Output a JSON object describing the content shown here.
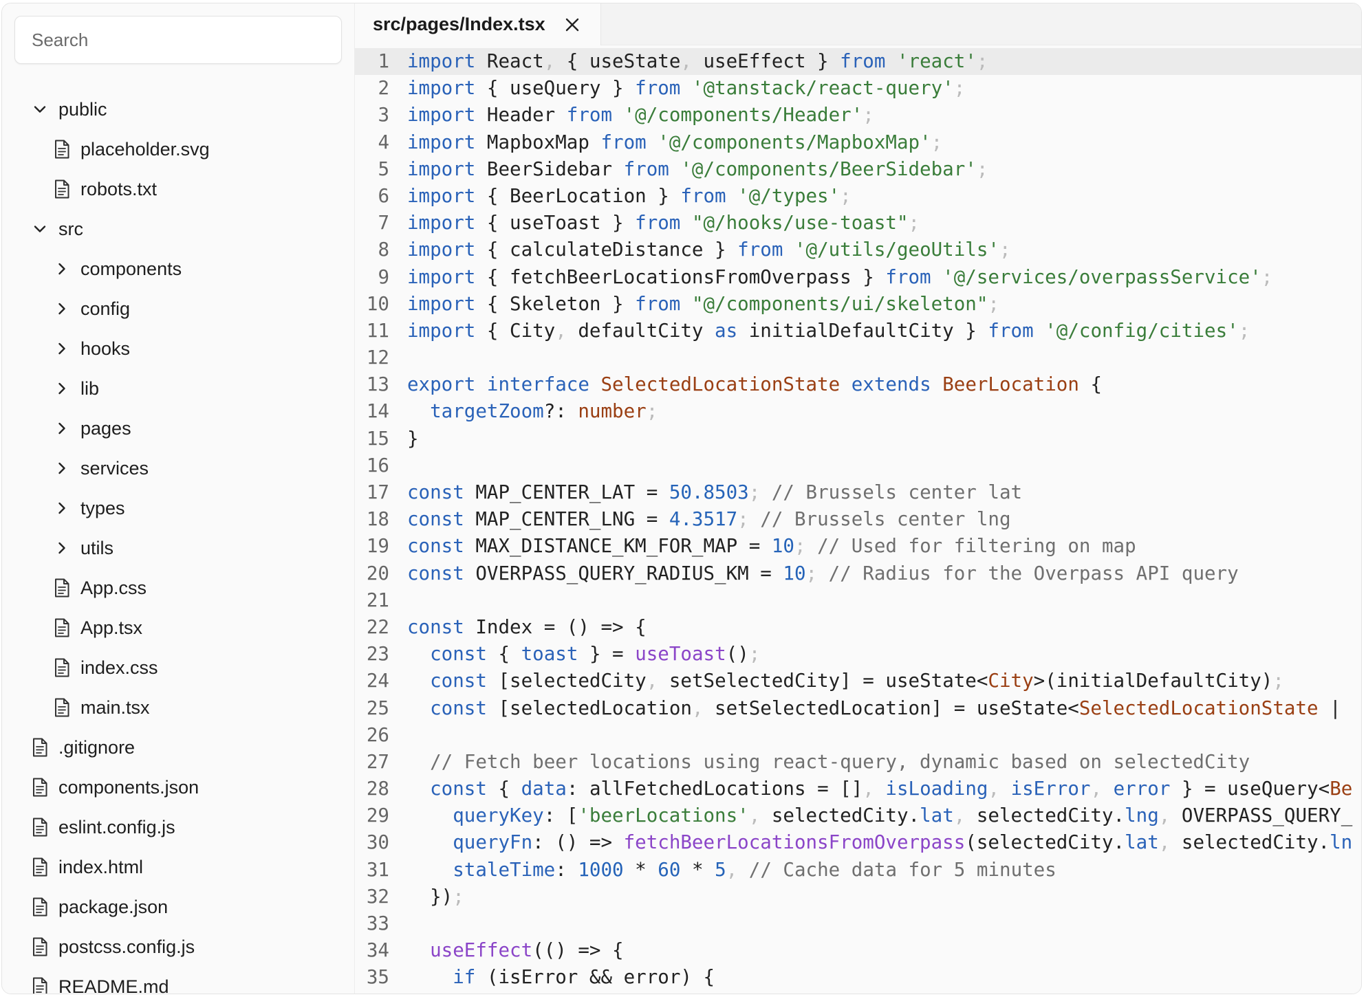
{
  "search": {
    "placeholder": "Search"
  },
  "tree": [
    {
      "label": "public",
      "type": "folder-open",
      "depth": 0
    },
    {
      "label": "placeholder.svg",
      "type": "file",
      "depth": 1
    },
    {
      "label": "robots.txt",
      "type": "file",
      "depth": 1
    },
    {
      "label": "src",
      "type": "folder-open",
      "depth": 0
    },
    {
      "label": "components",
      "type": "folder",
      "depth": 1
    },
    {
      "label": "config",
      "type": "folder",
      "depth": 1
    },
    {
      "label": "hooks",
      "type": "folder",
      "depth": 1
    },
    {
      "label": "lib",
      "type": "folder",
      "depth": 1
    },
    {
      "label": "pages",
      "type": "folder",
      "depth": 1
    },
    {
      "label": "services",
      "type": "folder",
      "depth": 1
    },
    {
      "label": "types",
      "type": "folder",
      "depth": 1
    },
    {
      "label": "utils",
      "type": "folder",
      "depth": 1
    },
    {
      "label": "App.css",
      "type": "file",
      "depth": 1
    },
    {
      "label": "App.tsx",
      "type": "file",
      "depth": 1
    },
    {
      "label": "index.css",
      "type": "file",
      "depth": 1
    },
    {
      "label": "main.tsx",
      "type": "file",
      "depth": 1
    },
    {
      "label": ".gitignore",
      "type": "file",
      "depth": 0
    },
    {
      "label": "components.json",
      "type": "file",
      "depth": 0
    },
    {
      "label": "eslint.config.js",
      "type": "file",
      "depth": 0
    },
    {
      "label": "index.html",
      "type": "file",
      "depth": 0
    },
    {
      "label": "package.json",
      "type": "file",
      "depth": 0
    },
    {
      "label": "postcss.config.js",
      "type": "file",
      "depth": 0
    },
    {
      "label": "README.md",
      "type": "file",
      "depth": 0
    }
  ],
  "editor": {
    "tab_title": "src/pages/Index.tsx",
    "active_line": 1,
    "lines": [
      [
        [
          "kw",
          "import"
        ],
        [
          "txt",
          " React"
        ],
        [
          "pu",
          ","
        ],
        [
          "txt",
          " { useState"
        ],
        [
          "pu",
          ","
        ],
        [
          "txt",
          " useEffect } "
        ],
        [
          "kw",
          "from"
        ],
        [
          "txt",
          " "
        ],
        [
          "str",
          "'react'"
        ],
        [
          "pu",
          ";"
        ]
      ],
      [
        [
          "kw",
          "import"
        ],
        [
          "txt",
          " { useQuery } "
        ],
        [
          "kw",
          "from"
        ],
        [
          "txt",
          " "
        ],
        [
          "str",
          "'@tanstack/react-query'"
        ],
        [
          "pu",
          ";"
        ]
      ],
      [
        [
          "kw",
          "import"
        ],
        [
          "txt",
          " Header "
        ],
        [
          "kw",
          "from"
        ],
        [
          "txt",
          " "
        ],
        [
          "str",
          "'@/components/Header'"
        ],
        [
          "pu",
          ";"
        ]
      ],
      [
        [
          "kw",
          "import"
        ],
        [
          "txt",
          " MapboxMap "
        ],
        [
          "kw",
          "from"
        ],
        [
          "txt",
          " "
        ],
        [
          "str",
          "'@/components/MapboxMap'"
        ],
        [
          "pu",
          ";"
        ]
      ],
      [
        [
          "kw",
          "import"
        ],
        [
          "txt",
          " BeerSidebar "
        ],
        [
          "kw",
          "from"
        ],
        [
          "txt",
          " "
        ],
        [
          "str",
          "'@/components/BeerSidebar'"
        ],
        [
          "pu",
          ";"
        ]
      ],
      [
        [
          "kw",
          "import"
        ],
        [
          "txt",
          " { BeerLocation } "
        ],
        [
          "kw",
          "from"
        ],
        [
          "txt",
          " "
        ],
        [
          "str",
          "'@/types'"
        ],
        [
          "pu",
          ";"
        ]
      ],
      [
        [
          "kw",
          "import"
        ],
        [
          "txt",
          " { useToast } "
        ],
        [
          "kw",
          "from"
        ],
        [
          "txt",
          " "
        ],
        [
          "str",
          "\"@/hooks/use-toast\""
        ],
        [
          "pu",
          ";"
        ]
      ],
      [
        [
          "kw",
          "import"
        ],
        [
          "txt",
          " { calculateDistance } "
        ],
        [
          "kw",
          "from"
        ],
        [
          "txt",
          " "
        ],
        [
          "str",
          "'@/utils/geoUtils'"
        ],
        [
          "pu",
          ";"
        ]
      ],
      [
        [
          "kw",
          "import"
        ],
        [
          "txt",
          " { fetchBeerLocationsFromOverpass } "
        ],
        [
          "kw",
          "from"
        ],
        [
          "txt",
          " "
        ],
        [
          "str",
          "'@/services/overpassService'"
        ],
        [
          "pu",
          ";"
        ]
      ],
      [
        [
          "kw",
          "import"
        ],
        [
          "txt",
          " { Skeleton } "
        ],
        [
          "kw",
          "from"
        ],
        [
          "txt",
          " "
        ],
        [
          "str",
          "\"@/components/ui/skeleton\""
        ],
        [
          "pu",
          ";"
        ]
      ],
      [
        [
          "kw",
          "import"
        ],
        [
          "txt",
          " { City"
        ],
        [
          "pu",
          ","
        ],
        [
          "txt",
          " defaultCity "
        ],
        [
          "kw",
          "as"
        ],
        [
          "txt",
          " initialDefaultCity } "
        ],
        [
          "kw",
          "from"
        ],
        [
          "txt",
          " "
        ],
        [
          "str",
          "'@/config/cities'"
        ],
        [
          "pu",
          ";"
        ]
      ],
      [],
      [
        [
          "kw",
          "export"
        ],
        [
          "txt",
          " "
        ],
        [
          "kw",
          "interface"
        ],
        [
          "txt",
          " "
        ],
        [
          "ty",
          "SelectedLocationState"
        ],
        [
          "txt",
          " "
        ],
        [
          "kw",
          "extends"
        ],
        [
          "txt",
          " "
        ],
        [
          "ty",
          "BeerLocation"
        ],
        [
          "txt",
          " {"
        ]
      ],
      [
        [
          "txt",
          "  "
        ],
        [
          "pr",
          "targetZoom"
        ],
        [
          "txt",
          "?: "
        ],
        [
          "ty",
          "number"
        ],
        [
          "pu",
          ";"
        ]
      ],
      [
        [
          "txt",
          "}"
        ]
      ],
      [],
      [
        [
          "kw",
          "const"
        ],
        [
          "txt",
          " MAP_CENTER_LAT = "
        ],
        [
          "num",
          "50.8503"
        ],
        [
          "pu",
          ";"
        ],
        [
          "txt",
          " "
        ],
        [
          "cm",
          "// Brussels center lat"
        ]
      ],
      [
        [
          "kw",
          "const"
        ],
        [
          "txt",
          " MAP_CENTER_LNG = "
        ],
        [
          "num",
          "4.3517"
        ],
        [
          "pu",
          ";"
        ],
        [
          "txt",
          " "
        ],
        [
          "cm",
          "// Brussels center lng"
        ]
      ],
      [
        [
          "kw",
          "const"
        ],
        [
          "txt",
          " MAX_DISTANCE_KM_FOR_MAP = "
        ],
        [
          "num",
          "10"
        ],
        [
          "pu",
          ";"
        ],
        [
          "txt",
          " "
        ],
        [
          "cm",
          "// Used for filtering on map"
        ]
      ],
      [
        [
          "kw",
          "const"
        ],
        [
          "txt",
          " OVERPASS_QUERY_RADIUS_KM = "
        ],
        [
          "num",
          "10"
        ],
        [
          "pu",
          ";"
        ],
        [
          "txt",
          " "
        ],
        [
          "cm",
          "// Radius for the Overpass API query"
        ]
      ],
      [],
      [
        [
          "kw",
          "const"
        ],
        [
          "txt",
          " Index = () => {"
        ]
      ],
      [
        [
          "txt",
          "  "
        ],
        [
          "kw",
          "const"
        ],
        [
          "txt",
          " { "
        ],
        [
          "pr",
          "toast"
        ],
        [
          "txt",
          " } = "
        ],
        [
          "fn",
          "useToast"
        ],
        [
          "txt",
          "()"
        ],
        [
          "pu",
          ";"
        ]
      ],
      [
        [
          "txt",
          "  "
        ],
        [
          "kw",
          "const"
        ],
        [
          "txt",
          " [selectedCity"
        ],
        [
          "pu",
          ","
        ],
        [
          "txt",
          " setSelectedCity] = useState<"
        ],
        [
          "ty",
          "City"
        ],
        [
          "txt",
          ">(initialDefaultCity)"
        ],
        [
          "pu",
          ";"
        ]
      ],
      [
        [
          "txt",
          "  "
        ],
        [
          "kw",
          "const"
        ],
        [
          "txt",
          " [selectedLocation"
        ],
        [
          "pu",
          ","
        ],
        [
          "txt",
          " setSelectedLocation] = useState<"
        ],
        [
          "ty",
          "SelectedLocationState"
        ],
        [
          "txt",
          " |"
        ]
      ],
      [],
      [
        [
          "txt",
          "  "
        ],
        [
          "cm",
          "// Fetch beer locations using react-query, dynamic based on selectedCity"
        ]
      ],
      [
        [
          "txt",
          "  "
        ],
        [
          "kw",
          "const"
        ],
        [
          "txt",
          " { "
        ],
        [
          "pr",
          "data"
        ],
        [
          "txt",
          ": allFetchedLocations = []"
        ],
        [
          "pu",
          ","
        ],
        [
          "txt",
          " "
        ],
        [
          "pr",
          "isLoading"
        ],
        [
          "pu",
          ","
        ],
        [
          "txt",
          " "
        ],
        [
          "pr",
          "isError"
        ],
        [
          "pu",
          ","
        ],
        [
          "txt",
          " "
        ],
        [
          "pr",
          "error"
        ],
        [
          "txt",
          " } = useQuery<"
        ],
        [
          "ty",
          "Be"
        ]
      ],
      [
        [
          "txt",
          "    "
        ],
        [
          "pr",
          "queryKey"
        ],
        [
          "txt",
          ": ["
        ],
        [
          "str",
          "'beerLocations'"
        ],
        [
          "pu",
          ","
        ],
        [
          "txt",
          " selectedCity."
        ],
        [
          "pr",
          "lat"
        ],
        [
          "pu",
          ","
        ],
        [
          "txt",
          " selectedCity."
        ],
        [
          "pr",
          "lng"
        ],
        [
          "pu",
          ","
        ],
        [
          "txt",
          " OVERPASS_QUERY_"
        ]
      ],
      [
        [
          "txt",
          "    "
        ],
        [
          "pr",
          "queryFn"
        ],
        [
          "txt",
          ": () => "
        ],
        [
          "fn",
          "fetchBeerLocationsFromOverpass"
        ],
        [
          "txt",
          "(selectedCity."
        ],
        [
          "pr",
          "lat"
        ],
        [
          "pu",
          ","
        ],
        [
          "txt",
          " selectedCity."
        ],
        [
          "pr",
          "ln"
        ]
      ],
      [
        [
          "txt",
          "    "
        ],
        [
          "pr",
          "staleTime"
        ],
        [
          "txt",
          ": "
        ],
        [
          "num",
          "1000"
        ],
        [
          "txt",
          " * "
        ],
        [
          "num",
          "60"
        ],
        [
          "txt",
          " * "
        ],
        [
          "num",
          "5"
        ],
        [
          "pu",
          ","
        ],
        [
          "txt",
          " "
        ],
        [
          "cm",
          "// Cache data for 5 minutes"
        ]
      ],
      [
        [
          "txt",
          "  })"
        ],
        [
          "pu",
          ";"
        ]
      ],
      [],
      [
        [
          "txt",
          "  "
        ],
        [
          "fn",
          "useEffect"
        ],
        [
          "txt",
          "(() => {"
        ]
      ],
      [
        [
          "txt",
          "    "
        ],
        [
          "kw",
          "if"
        ],
        [
          "txt",
          " (isError && error) {"
        ]
      ]
    ]
  }
}
